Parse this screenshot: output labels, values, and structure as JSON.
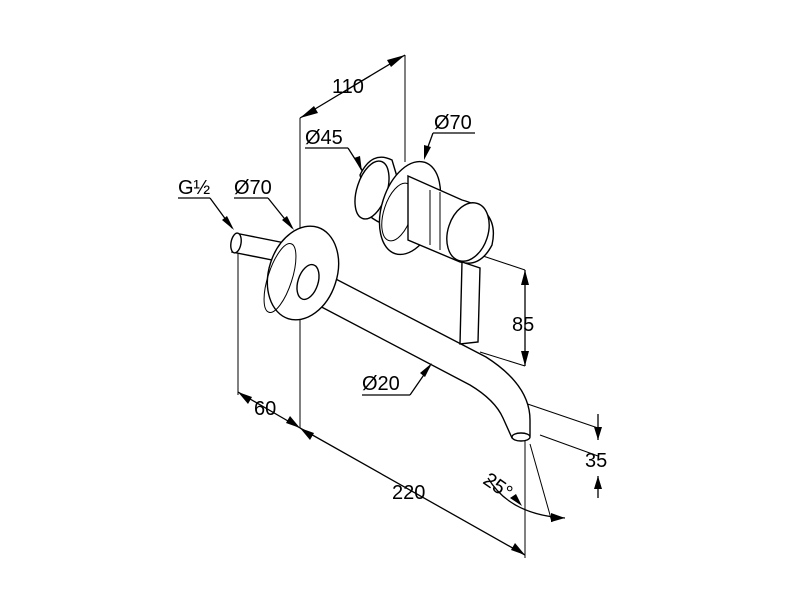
{
  "drawing": {
    "type": "technical-dimension-drawing",
    "labels": {
      "thread": "G½",
      "spout_flange_diameter": "Ø70",
      "handle_rosette_diameter": "Ø70",
      "handle_diameter": "Ø45",
      "spout_diameter": "Ø20",
      "wall_depth": "110",
      "spout_to_wall": "60",
      "spout_length": "220",
      "handle_height": "85",
      "spout_height": "35",
      "spout_angle": "25°"
    },
    "colors": {
      "line": "#000000",
      "background": "#ffffff"
    }
  }
}
